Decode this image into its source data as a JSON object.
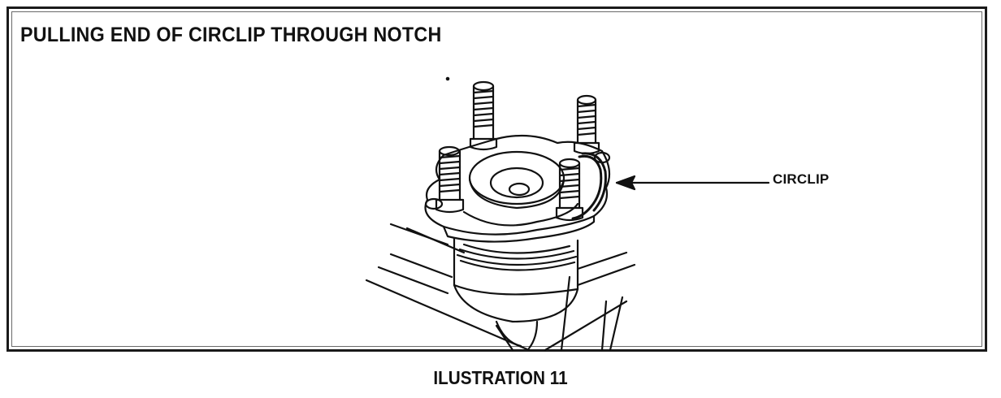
{
  "figure": {
    "heading": "PULLING END OF CIRCLIP THROUGH NOTCH",
    "callout": "CIRCLIP",
    "caption": "ILUSTRATION 11"
  }
}
